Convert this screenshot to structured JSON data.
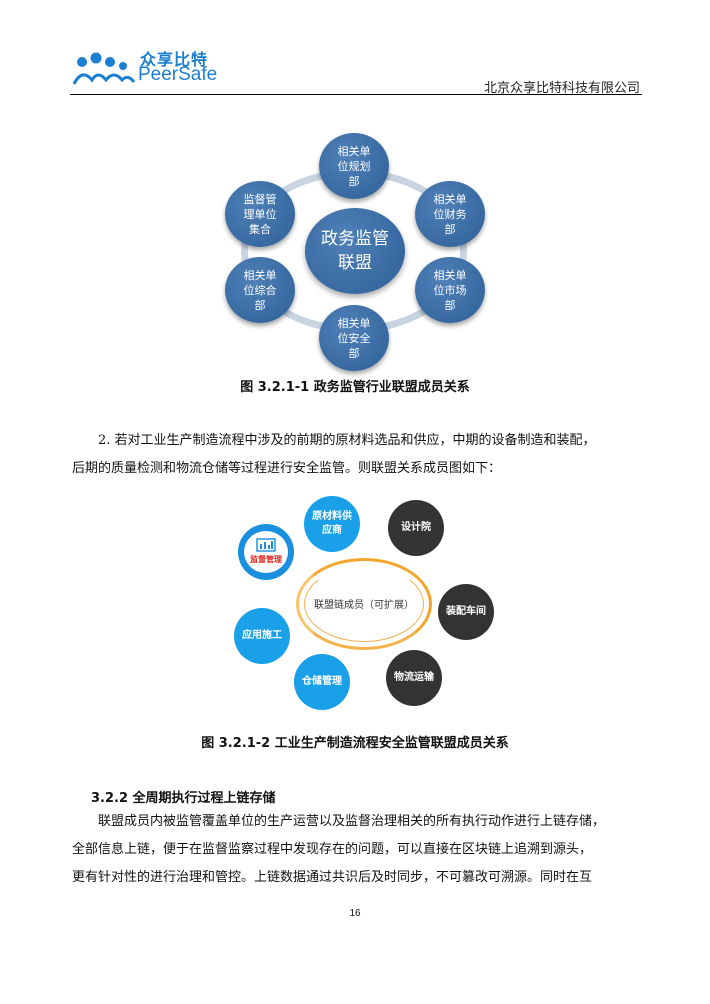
{
  "header": {
    "logo_cn": "众享比特",
    "logo_en": "PeerSafe",
    "company": "北京众享比特科技有限公司",
    "brand_color": "#1b7fd1"
  },
  "figure1": {
    "center": "政务监管联盟",
    "nodes": [
      "相关单位规划部",
      "相关单位财务部",
      "相关单位市场部",
      "相关单位安全部",
      "相关单位综合部",
      "监督管理单位集合"
    ],
    "caption": "图 3.2.1-1 政务监管行业联盟成员关系",
    "node_color": "#2e5f97"
  },
  "paragraph1": {
    "lines": [
      "2. 若对工业生产制造流程中涉及的前期的原材料选品和供应，中期的设备制造和装配，",
      "后期的质量检测和物流仓储等过程进行安全监管。则联盟关系成员图如下："
    ]
  },
  "figure2": {
    "center": "联盟链成员（可扩展）",
    "nodes": {
      "supplier": "原材料供应商",
      "design": "设计院",
      "assembly": "装配车间",
      "logistics": "物流运输",
      "storage": "仓储管理",
      "construction": "应用施工",
      "monitor": "监督管理"
    },
    "caption": "图 3.2.1-2 工业生产制造流程安全监管联盟成员关系",
    "blue": "#1aa0e8",
    "dark": "#333333",
    "ring": "#f3a62b"
  },
  "section": {
    "title": "3.2.2 全周期执行过程上链存储"
  },
  "paragraph2": {
    "lines": [
      "联盟成员内被监管覆盖单位的生产运营以及监督治理相关的所有执行动作进行上链存储，",
      "全部信息上链，便于在监督监察过程中发现存在的问题，可以直接在区块链上追溯到源头，",
      "更有针对性的进行治理和管控。上链数据通过共识后及时同步，不可篡改可溯源。同时在互"
    ]
  },
  "page_number": "16"
}
